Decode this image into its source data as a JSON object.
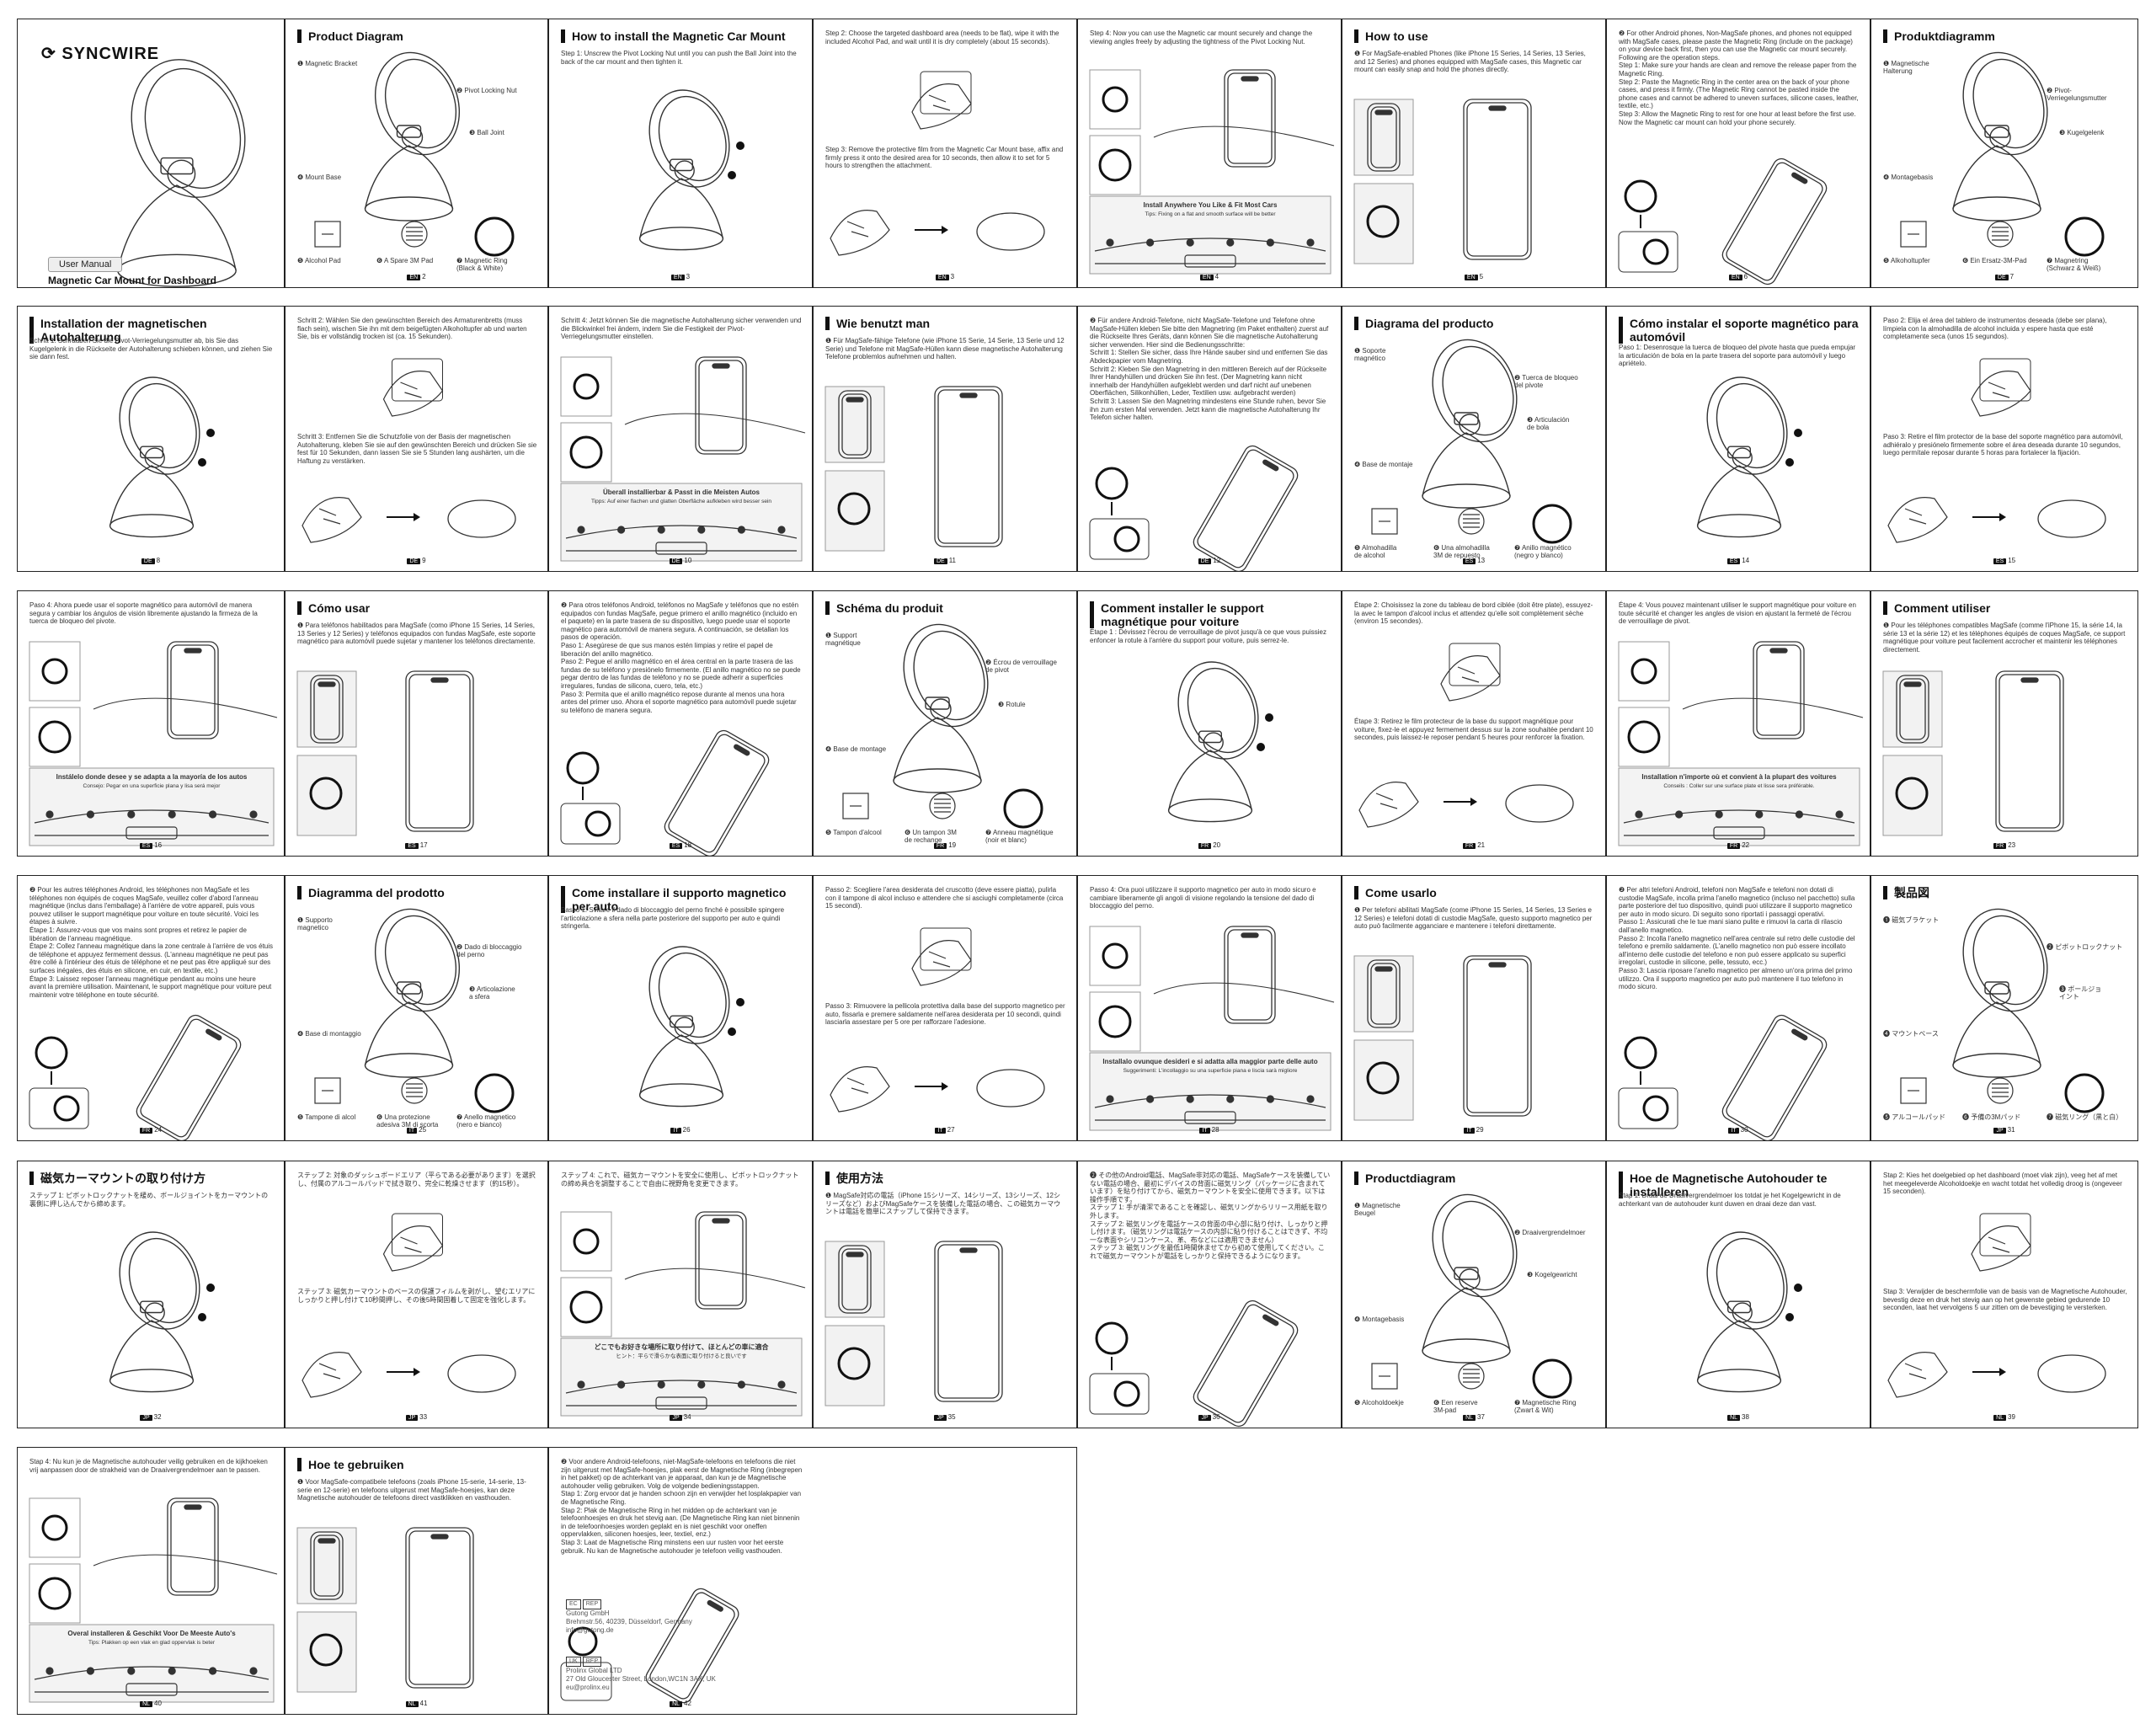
{
  "brand": "SYNCWIRE",
  "cover": {
    "badge": "User Manual",
    "subtitle": "Magnetic Car Mount for Dashboard"
  },
  "p2": {
    "title": "Product Diagram",
    "labels": [
      "❶ Magnetic Bracket",
      "❷ Pivot Locking Nut",
      "❸ Ball Joint",
      "❹ Mount Base",
      "❺ Alcohol Pad",
      "❻ A Spare 3M Pad",
      "❼ Magnetic Ring\n(Black & White)"
    ],
    "page": "EN",
    "num": "2"
  },
  "p3": {
    "title": "How to install the Magnetic Car Mount",
    "body": "Step 1: Unscrew the Pivot Locking Nut until you can push the Ball Joint into the back of the car mount and then tighten it.",
    "page": "EN",
    "num": "3"
  },
  "p4": {
    "body": "Step 2: Choose the targeted dashboard area (needs to be flat), wipe it with the included Alcohol Pad, and wait until it is dry completely (about 15 seconds).",
    "body2": "Step 3: Remove the protective film from the Magnetic Car Mount base, affix and firmly press it onto the desired area for 10 seconds, then allow it to set for 5 hours to strengthen the attachment.",
    "page": "EN",
    "num": "3"
  },
  "p5": {
    "body": "Step 4: Now you can use the Magnetic car mount securely and change the viewing angles freely by adjusting the tightness of the Pivot Locking Nut.",
    "banner": "Install Anywhere You Like & Fit Most Cars",
    "banner_sub": "Tips: Fixing on a flat and smooth surface will be better",
    "page": "EN",
    "num": "4"
  },
  "p6": {
    "title": "How to use",
    "body": "❶ For MagSafe-enabled Phones (like iPhone 15 Series, 14 Series, 13 Series, and 12 Series) and phones equipped with MagSafe cases, this Magnetic car mount can easily snap and hold the phones directly.",
    "page": "EN",
    "num": "5"
  },
  "p7": {
    "body": "❷ For other Android phones, Non-MagSafe phones, and phones not equipped with MagSafe cases, please paste the Magnetic Ring (include on the package) on your device back first, then you can use the Magnetic car mount securely. Following are the operation steps.\nStep 1: Make sure your hands are clean and remove the release paper from the Magnetic Ring.\nStep 2: Paste the Magnetic Ring in the center area on the back of your phone cases, and press it firmly. (The Magnetic Ring cannot be pasted inside the phone cases and cannot be adhered to uneven surfaces, silicone cases, leather, textile, etc.)\nStep 3: Allow the Magnetic Ring to rest for one hour at least before the first use. Now the Magnetic car mount can hold your phone securely.",
    "page": "EN",
    "num": "6"
  },
  "p8": {
    "title": "Produktdiagramm",
    "labels": [
      "❶ Magnetische\nHalterung",
      "❷ Pivot-\nVerriegelungsmutter",
      "❸ Kugelgelenk",
      "❹ Montagebasis",
      "❺ Alkoholtupfer",
      "❻ Ein Ersatz-3M-Pad",
      "❼ Magnetring\n(Schwarz & Weiß)"
    ],
    "page": "DE",
    "num": "7"
  },
  "p9": {
    "title": "Installation der magnetischen Autohalterung",
    "body": "Schritt 1: Schrauben Sie die Pivot-Verriegelungsmutter ab, bis Sie das Kugelgelenk in die Rückseite der Autohalterung schieben können, und ziehen Sie sie dann fest.",
    "page": "DE",
    "num": "8"
  },
  "p10": {
    "body": "Schritt 2: Wählen Sie den gewünschten Bereich des Armaturenbretts (muss flach sein), wischen Sie ihn mit dem beigefügten Alkoholtupfer ab und warten Sie, bis er vollständig trocken ist (ca. 15 Sekunden).",
    "body2": "Schritt 3: Entfernen Sie die Schutzfolie von der Basis der magnetischen Autohalterung, kleben Sie sie auf den gewünschten Bereich und drücken Sie sie fest für 10 Sekunden, dann lassen Sie sie 5 Stunden lang aushärten, um die Haftung zu verstärken.",
    "page": "DE",
    "num": "9"
  },
  "p11": {
    "body": "Schritt 4: Jetzt können Sie die magnetische Autohalterung sicher verwenden und die Blickwinkel frei ändern, indem Sie die Festigkeit der Pivot-Verriegelungsmutter einstellen.",
    "banner": "Überall installierbar & Passt in die Meisten Autos",
    "banner_sub": "Tipps: Auf einer flachen und glatten Oberfläche aufkleben wird besser sein",
    "page": "DE",
    "num": "10"
  },
  "p12": {
    "title": "Wie benutzt man",
    "body": "❶ Für MagSafe-fähige Telefone (wie iPhone 15 Serie, 14 Serie, 13 Serie und 12 Serie) und Telefone mit MagSafe-Hüllen kann diese magnetische Autohalterung Telefone problemlos aufnehmen und halten.",
    "page": "DE",
    "num": "11"
  },
  "p13": {
    "body": "❷ Für andere Android-Telefone, nicht MagSafe-Telefone und Telefone ohne MagSafe-Hüllen kleben Sie bitte den Magnetring (im Paket enthalten) zuerst auf die Rückseite Ihres Geräts, dann können Sie die magnetische Autohalterung sicher verwenden. Hier sind die Bedienungsschritte:\nSchritt 1: Stellen Sie sicher, dass Ihre Hände sauber sind und entfernen Sie das Abdeckpapier vom Magnetring.\nSchritt 2: Kleben Sie den Magnetring in den mittleren Bereich auf der Rückseite Ihrer Handyhüllen und drücken Sie ihn fest. (Der Magnetring kann nicht innerhalb der Handyhüllen aufgeklebt werden und darf nicht auf unebenen Oberflächen, Silikonhüllen, Leder, Textilien usw. aufgebracht werden)\nSchritt 3: Lassen Sie den Magnetring mindestens eine Stunde ruhen, bevor Sie ihn zum ersten Mal verwenden. Jetzt kann die magnetische Autohalterung Ihr Telefon sicher halten.",
    "page": "DE",
    "num": "12"
  },
  "p14": {
    "title": "Diagrama del producto",
    "labels": [
      "❶ Soporte\nmagnético",
      "❷ Tuerca de bloqueo\ndel pivote",
      "❸ Articulación\nde bola",
      "❹ Base de montaje",
      "❺ Almohadilla\nde alcohol",
      "❻ Una almohadilla\n3M de repuesto",
      "❼ Anillo magnético\n(negro y blanco)"
    ],
    "page": "ES",
    "num": "13"
  },
  "p15": {
    "title": "Cómo instalar el soporte magnético\npara automóvil",
    "body": "Paso 1: Desenrosque la tuerca de bloqueo del pivote hasta que pueda empujar la articulación de bola en la parte trasera del soporte para automóvil y luego apriételo.",
    "page": "ES",
    "num": "14"
  },
  "p16": {
    "body": "Paso 2: Elija el área del tablero de instrumentos deseada (debe ser plana), límpiela con la almohadilla de alcohol incluida y espere hasta que esté completamente seca (unos 15 segundos).",
    "body2": "Paso 3: Retire el film protector de la base del soporte magnético para automóvil, adhiéralo y presiónelo firmemente sobre el área deseada durante 10 segundos, luego permítale reposar durante 5 horas para fortalecer la fijación.",
    "page": "ES",
    "num": "15"
  },
  "p17": {
    "body": "Paso 4: Ahora puede usar el soporte magnético para automóvil de manera segura y cambiar los ángulos de visión libremente ajustando la firmeza de la tuerca de bloqueo del pivote.",
    "banner": "Instálelo donde desee y se adapta a la mayoría de los autos",
    "banner_sub": "Consejo: Pegar en una superficie plana y lisa será mejor",
    "page": "ES",
    "num": "16"
  },
  "p18": {
    "title": "Cómo usar",
    "body": "❶ Para teléfonos habilitados para MagSafe (como iPhone 15 Series, 14 Series, 13 Series y 12 Series) y teléfonos equipados con fundas MagSafe, este soporte magnético para automóvil puede sujetar y mantener los teléfonos directamente.",
    "page": "ES",
    "num": "17"
  },
  "p19": {
    "body": "❷ Para otros teléfonos Android, teléfonos no MagSafe y teléfonos que no estén equipados con fundas MagSafe, pegue primero el anillo magnético (incluido en el paquete) en la parte trasera de su dispositivo, luego puede usar el soporte magnético para automóvil de manera segura. A continuación, se detallan los pasos de operación.\nPaso 1: Asegúrese de que sus manos estén limpias y retire el papel de liberación del anillo magnético.\nPaso 2: Pegue el anillo magnético en el área central en la parte trasera de las fundas de su teléfono y presiónelo firmemente. (El anillo magnético no se puede pegar dentro de las fundas de teléfono y no se puede adherir a superficies irregulares, fundas de silicona, cuero, tela, etc.)\nPaso 3: Permita que el anillo magnético repose durante al menos una hora antes del primer uso. Ahora el soporte magnético para automóvil puede sujetar su teléfono de manera segura.",
    "page": "ES",
    "num": "18"
  },
  "p20": {
    "title": "Schéma du produit",
    "labels": [
      "❶ Support\nmagnétique",
      "❷ Écrou de verrouillage\nde pivot",
      "❸ Rotule",
      "❹ Base de montage",
      "❺ Tampon d'alcool",
      "❻ Un tampon 3M\nde rechange",
      "❼ Anneau magnétique\n(noir et blanc)"
    ],
    "page": "FR",
    "num": "19"
  },
  "p21": {
    "title": "Comment installer le support magnétique\npour voiture",
    "body": "Étape 1 : Dévissez l'écrou de verrouillage de pivot jusqu'à ce que vous puissiez enfoncer la rotule à l'arrière du support pour voiture, puis serrez-le.",
    "page": "FR",
    "num": "20"
  },
  "p22": {
    "body": "Étape 2: Choisissez la zone du tableau de bord ciblée (doit être plate), essuyez-la avec le tampon d'alcool inclus et attendez qu'elle soit complètement sèche (environ 15 secondes).",
    "body2": "Étape 3: Retirez le film protecteur de la base du support magnétique pour voiture, fixez-le et appuyez fermement dessus sur la zone souhaitée pendant 10 secondes, puis laissez-le reposer pendant 5 heures pour renforcer la fixation.",
    "page": "FR",
    "num": "21"
  },
  "p23": {
    "body": "Étape 4: Vous pouvez maintenant utiliser le support magnétique pour voiture en toute sécurité et changer les angles de vision en ajustant la fermeté de l'écrou de verrouillage de pivot.",
    "banner": "Installation n'importe où et convient à la plupart des voitures",
    "banner_sub": "Conseils : Coller sur une surface plate et lisse sera préférable.",
    "page": "FR",
    "num": "22"
  },
  "p24": {
    "title": "Comment utiliser",
    "body": "❶ Pour les téléphones compatibles MagSafe (comme l'iPhone 15, la série 14, la série 13 et la série 12) et les téléphones équipés de coques MagSafe, ce support magnétique pour voiture peut facilement accrocher et maintenir les téléphones directement.",
    "page": "FR",
    "num": "23"
  },
  "p25": {
    "body": "❷ Pour les autres téléphones Android, les téléphones non MagSafe et les téléphones non équipés de coques MagSafe, veuillez coller d'abord l'anneau magnétique (inclus dans l'emballage) à l'arrière de votre appareil, puis vous pouvez utiliser le support magnétique pour voiture en toute sécurité. Voici les étapes à suivre.\nÉtape 1: Assurez-vous que vos mains sont propres et retirez le papier de libération de l'anneau magnétique.\nÉtape 2: Collez l'anneau magnétique dans la zone centrale à l'arrière de vos étuis de téléphone et appuyez fermement dessus. (L'anneau magnétique ne peut pas être collé à l'intérieur des étuis de téléphone et ne peut pas être appliqué sur des surfaces inégales, des étuis en silicone, en cuir, en textile, etc.)\nÉtape 3: Laissez reposer l'anneau magnétique pendant au moins une heure avant la première utilisation. Maintenant, le support magnétique pour voiture peut maintenir votre téléphone en toute sécurité.",
    "page": "FR",
    "num": "24"
  },
  "p26": {
    "title": "Diagramma del prodotto",
    "labels": [
      "❶ Supporto\nmagnetico",
      "❷ Dado di bloccaggio\ndel perno",
      "❸ Articolazione\na sfera",
      "❹ Base di montaggio",
      "❺ Tampone di alcol",
      "❻ Una protezione\nadesiva 3M di scorta",
      "❼ Anello magnetico\n(nero e bianco)"
    ],
    "page": "IT",
    "num": "25"
  },
  "p27": {
    "title": "Come installare il supporto magnetico per auto",
    "body": "Passo 1: Svitare il dado di bloccaggio del perno finché è possibile spingere l'articolazione a sfera nella parte posteriore del supporto per auto e quindi stringerla.",
    "page": "IT",
    "num": "26"
  },
  "p28": {
    "body": "Passo 2: Scegliere l'area desiderata del cruscotto (deve essere piatta), pulirla con il tampone di alcol incluso e attendere che si asciughi completamente (circa 15 secondi).",
    "body2": "Passo 3: Rimuovere la pellicola protettiva dalla base del supporto magnetico per auto, fissarla e premere saldamente nell'area desiderata per 10 secondi, quindi lasciarla assestare per 5 ore per rafforzare l'adesione.",
    "page": "IT",
    "num": "27"
  },
  "p29": {
    "body": "Passo 4: Ora puoi utilizzare il supporto magnetico per auto in modo sicuro e cambiare liberamente gli angoli di visione regolando la tensione del dado di bloccaggio del perno.",
    "banner": "Installalo ovunque desideri e si adatta alla maggior parte delle auto",
    "banner_sub": "Suggerimenti: L'incollaggio su una superficie piana e liscia sarà migliore",
    "page": "IT",
    "num": "28"
  },
  "p30": {
    "title": "Come usarlo",
    "body": "❶ Per telefoni abilitati MagSafe (come iPhone 15 Series, 14 Series, 13 Series e 12 Series) e telefoni dotati di custodie MagSafe, questo supporto magnetico per auto può facilmente agganciare e mantenere i telefoni direttamente.",
    "page": "IT",
    "num": "29"
  },
  "p31": {
    "body": "❷ Per altri telefoni Android, telefoni non MagSafe e telefoni non dotati di custodie MagSafe, incolla prima l'anello magnetico (incluso nel pacchetto) sulla parte posteriore del tuo dispositivo, quindi puoi utilizzare il supporto magnetico per auto in modo sicuro. Di seguito sono riportati i passaggi operativi.\nPasso 1: Assicurati che le tue mani siano pulite e rimuovi la carta di rilascio dall'anello magnetico.\nPasso 2: Incolla l'anello magnetico nell'area centrale sul retro delle custodie del telefono e premilo saldamente. (L'anello magnetico non può essere incollato all'interno delle custodie del telefono e non può essere applicato su superfici irregolari, custodie in silicone, pelle, tessuto, ecc.)\nPasso 3: Lascia riposare l'anello magnetico per almeno un'ora prima del primo utilizzo. Ora il supporto magnetico per auto può mantenere il tuo telefono in modo sicuro.",
    "page": "IT",
    "num": "30"
  },
  "p32": {
    "title": "製品図",
    "labels": [
      "❶ 磁気ブラケット",
      "❷ ピボットロックナット",
      "❸ ボールジョ\nイント",
      "❹ マウントベース",
      "❺ アルコールパッド",
      "❻ 予備の3Mパッド",
      "❼ 磁気リング（黒と白）"
    ],
    "page": "JP",
    "num": "31"
  },
  "p33": {
    "title": "磁気カーマウントの取り付け方",
    "body": "ステップ 1: ピボットロックナットを緩め、ボールジョイントをカーマウントの裏側に押し込んでから締めます。",
    "page": "JP",
    "num": "32"
  },
  "p34": {
    "body": "ステップ 2: 対象のダッシュボードエリア（平らである必要があります）を選択し、付属のアルコールパッドで拭き取り、完全に乾燥させます（約15秒）。",
    "body2": "ステップ 3: 磁気カーマウントのベースの保護フィルムを剥がし、望むエリアにしっかりと押し付けて10秒間押し、その後5時間固着して固定を強化します。",
    "page": "JP",
    "num": "33"
  },
  "p35": {
    "body": "ステップ 4: これで、磁気カーマウントを安全に使用し、ピボットロックナットの締め具合を調整することで自由に視野角を変更できます。",
    "banner": "どこでもお好きな場所に取り付けて、ほとんどの車に適合",
    "banner_sub": "ヒント：平らで滑らかな表面に取り付けると良いです",
    "page": "JP",
    "num": "34"
  },
  "p36": {
    "title": "使用方法",
    "body": "❶ MagSafe対応の電話（iPhone 15シリーズ、14シリーズ、13シリーズ、12シリーズなど）およびMagSafeケースを装備した電話の場合、この磁気カーマウントは電話を簡単にスナップして保持できます。",
    "page": "JP",
    "num": "35"
  },
  "p37": {
    "body": "❷ その他のAndroid電話、MagSafe非対応の電話、MagSafeケースを装備していない電話の場合、最初にデバイスの背面に磁気リング（パッケージに含まれています）を貼り付けてから、磁気カーマウントを安全に使用できます。以下は操作手順です。\nステップ 1: 手が清潔であることを確認し、磁気リングからリリース用紙を取り外します。\nステップ 2: 磁気リングを電話ケースの背面の中心部に貼り付け、しっかりと押し付けます。（磁気リングは電話ケースの内部に貼り付けることはできず、不均一な表面やシリコンケース、革、布などには適用できません）\nステップ 3: 磁気リングを最低1時間休ませてから初めて使用してください。これで磁気カーマウントが電話をしっかりと保持できるようになります。",
    "page": "JP",
    "num": "36"
  },
  "p38": {
    "title": "Productdiagram",
    "labels": [
      "❶ Magnetische\nBeugel",
      "❷ Draaivergrendelmoer",
      "❸ Kogelgewricht",
      "❹ Montagebasis",
      "❺ Alcoholdoekje",
      "❻ Een reserve\n3M-pad",
      "❼ Magnetische Ring\n(Zwart & Wit)"
    ],
    "page": "NL",
    "num": "37"
  },
  "p39": {
    "title": "Hoe de Magnetische Autohouder te installeren",
    "body": "Stap 1: Draai de Draaivergrendelmoer los totdat je het Kogelgewricht in de achterkant van de autohouder kunt duwen en draai deze dan vast.",
    "page": "NL",
    "num": "38"
  },
  "p40": {
    "body": "Stap 2: Kies het doelgebied op het dashboard (moet vlak zijn), veeg het af met het meegeleverde Alcoholdoekje en wacht totdat het volledig droog is (ongeveer 15 seconden).",
    "body2": "Stap 3: Verwijder de beschermfolie van de basis van de Magnetische Autohouder, bevestig deze en druk het stevig aan op het gewenste gebied gedurende 10 seconden, laat het vervolgens 5 uur zitten om de bevestiging te versterken.",
    "page": "NL",
    "num": "39"
  },
  "p41": {
    "body": "Stap 4: Nu kun je de Magnetische autohouder veilig gebruiken en de kijkhoeken vrij aanpassen door de strakheid van de Draaivergrendelmoer aan te passen.",
    "banner": "Overal installeren & Geschikt Voor De Meeste Auto's",
    "banner_sub": "Tips: Plakken op een vlak en glad oppervlak is beter",
    "page": "NL",
    "num": "40"
  },
  "p42": {
    "title": "Hoe te gebruiken",
    "body": "❶ Voor MagSafe-compatibele telefoons (zoals iPhone 15-serie, 14-serie, 13-serie en 12-serie) en telefoons uitgerust met MagSafe-hoesjes, kan deze Magnetische autohouder de telefoons direct vastklikken en vasthouden.",
    "page": "NL",
    "num": "41"
  },
  "p43": {
    "body": "❷ Voor andere Android-telefoons, niet-MagSafe-telefoons en telefoons die niet zijn uitgerust met MagSafe-hoesjes, plak eerst de Magnetische Ring (inbegrepen in het pakket) op de achterkant van je apparaat, dan kun je de Magnetische autohouder veilig gebruiken. Volg de volgende bedieningsstappen.\nStap 1: Zorg ervoor dat je handen schoon zijn en verwijder het losplakpapier van de Magnetische Ring.\nStap 2: Plak de Magnetische Ring in het midden op de achterkant van je telefoonhoesjes en druk het stevig aan. (De Magnetische Ring kan niet binnenin in de telefoonhoesjes worden geplakt en is niet geschikt voor oneffen oppervlakken, siliconen hoesjes, leer, textiel, enz.)\nStap 3: Laat de Magnetische Ring minstens een uur rusten voor het eerste gebruik. Nu kan de Magnetische autohouder je telefoon veilig vasthouden.",
    "page": "NL",
    "num": "42"
  },
  "rep": {
    "ec": "Gutong GmbH\nBrehmstr.56, 40239, Düsseldorf, Germany\ninfo@gutong.de",
    "uk": "Prolinx Global LTD\n27 Old Gloucester Street, London,WC1N 3AX, UK\neu@prolinx.eu",
    "ec_tag": "EC",
    "uk_tag": "UK",
    "rep_tag": "REP"
  }
}
